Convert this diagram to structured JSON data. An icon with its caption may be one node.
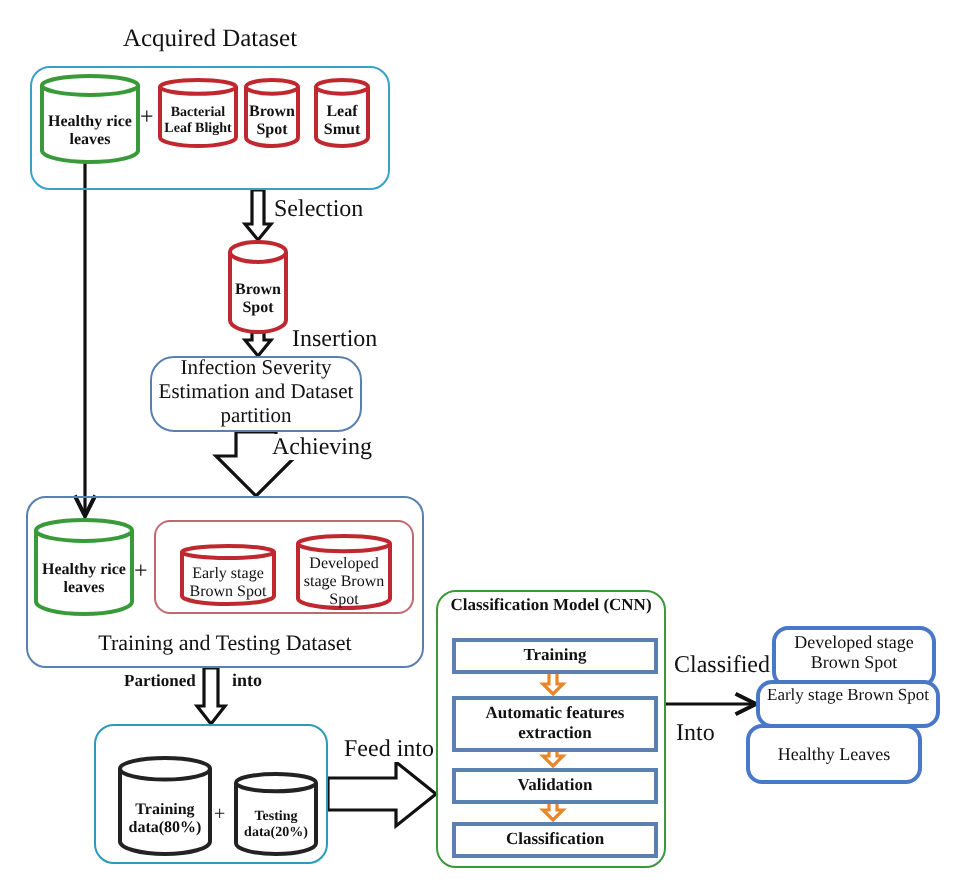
{
  "diagram": {
    "nodes": [
      {
        "text": [
          "Acquired Dataset"
        ]
      },
      {
        "text": [
          "Healthy rice leaves"
        ],
        "in": 0
      },
      {
        "text": [
          "Bacterial Leaf Blight"
        ],
        "in": 0
      },
      {
        "text": [
          "Brown Spot"
        ],
        "in": 0
      },
      {
        "text": [
          "Leaf Smut"
        ],
        "in": 0
      },
      {
        "text": [
          "Brown Spot"
        ]
      },
      {
        "text": [
          "Infection Severity Estimation and Dataset partition"
        ]
      },
      {
        "text": [
          "Training and Testing Dataset"
        ]
      },
      {
        "text": [
          "Healthy rice leaves"
        ],
        "in": 7
      },
      {
        "text": [],
        "shape": "box",
        "in": 7
      },
      {
        "text": [
          "Early stage Brown Spot"
        ],
        "in": 9
      },
      {
        "text": [
          "Developed stage Brown Spot"
        ],
        "in": 9
      },
      {
        "text": [],
        "shape": "box"
      },
      {
        "text": [
          "Training data(80%)"
        ],
        "in": 12
      },
      {
        "text": [
          "Testing data(20%)"
        ],
        "in": 12
      },
      {
        "text": [
          "Classification Model (CNN)"
        ]
      },
      {
        "text": [
          "Training"
        ],
        "in": 15
      },
      {
        "text": [
          "Automatic features extraction"
        ],
        "in": 15
      },
      {
        "text": [
          "Validation"
        ],
        "in": 15
      },
      {
        "text": [
          "Classification"
        ],
        "in": 15
      },
      {
        "text": [
          "Developed stage Brown Spot"
        ]
      },
      {
        "text": [
          "Early stage Brown Spot"
        ]
      },
      {
        "text": [
          "Healthy Leaves"
        ]
      }
    ],
    "edges": [
      {
        "from": 0,
        "to": 5,
        "arrow": "to",
        "label": "Selection",
        "style": "thick"
      },
      {
        "from": 5,
        "to": 6,
        "arrow": "to",
        "label": "Insertion",
        "style": "thick"
      },
      {
        "from": 6,
        "to": 7,
        "arrow": "to",
        "label": "Achieving",
        "style": "thick"
      },
      {
        "from": 1,
        "to": 8,
        "arrow": "to"
      },
      {
        "from": 7,
        "to": 12,
        "arrow": "to",
        "label": "Partioned",
        "style": "thick"
      },
      {
        "from": 12,
        "to": 15,
        "arrow": "to",
        "label": "Feed into",
        "style": "thick"
      },
      {
        "from": 16,
        "to": 17,
        "arrow": "to",
        "style": "thick",
        "color": "#e8872a"
      },
      {
        "from": 17,
        "to": 18,
        "arrow": "to",
        "style": "thick",
        "color": "#e8872a"
      },
      {
        "from": 18,
        "to": 19,
        "arrow": "to",
        "style": "thick",
        "color": "#e8872a"
      },
      {
        "from": 15,
        "to": 21,
        "arrow": "to",
        "label": "Classified"
      }
    ],
    "labels": [
      "+",
      "+",
      "+",
      "into",
      "Into"
    ]
  }
}
